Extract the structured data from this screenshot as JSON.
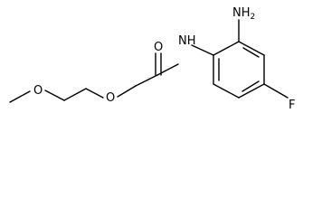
{
  "molecule": {
    "atoms": {
      "amine": "NH2",
      "amide_nh": "NH",
      "carbonyl_o": "O",
      "ether_o1": "O",
      "ether_o2": "O",
      "fluorine": "F"
    }
  },
  "colors": {
    "bond": "#000000",
    "label": "#000000",
    "background": "#ffffff"
  }
}
